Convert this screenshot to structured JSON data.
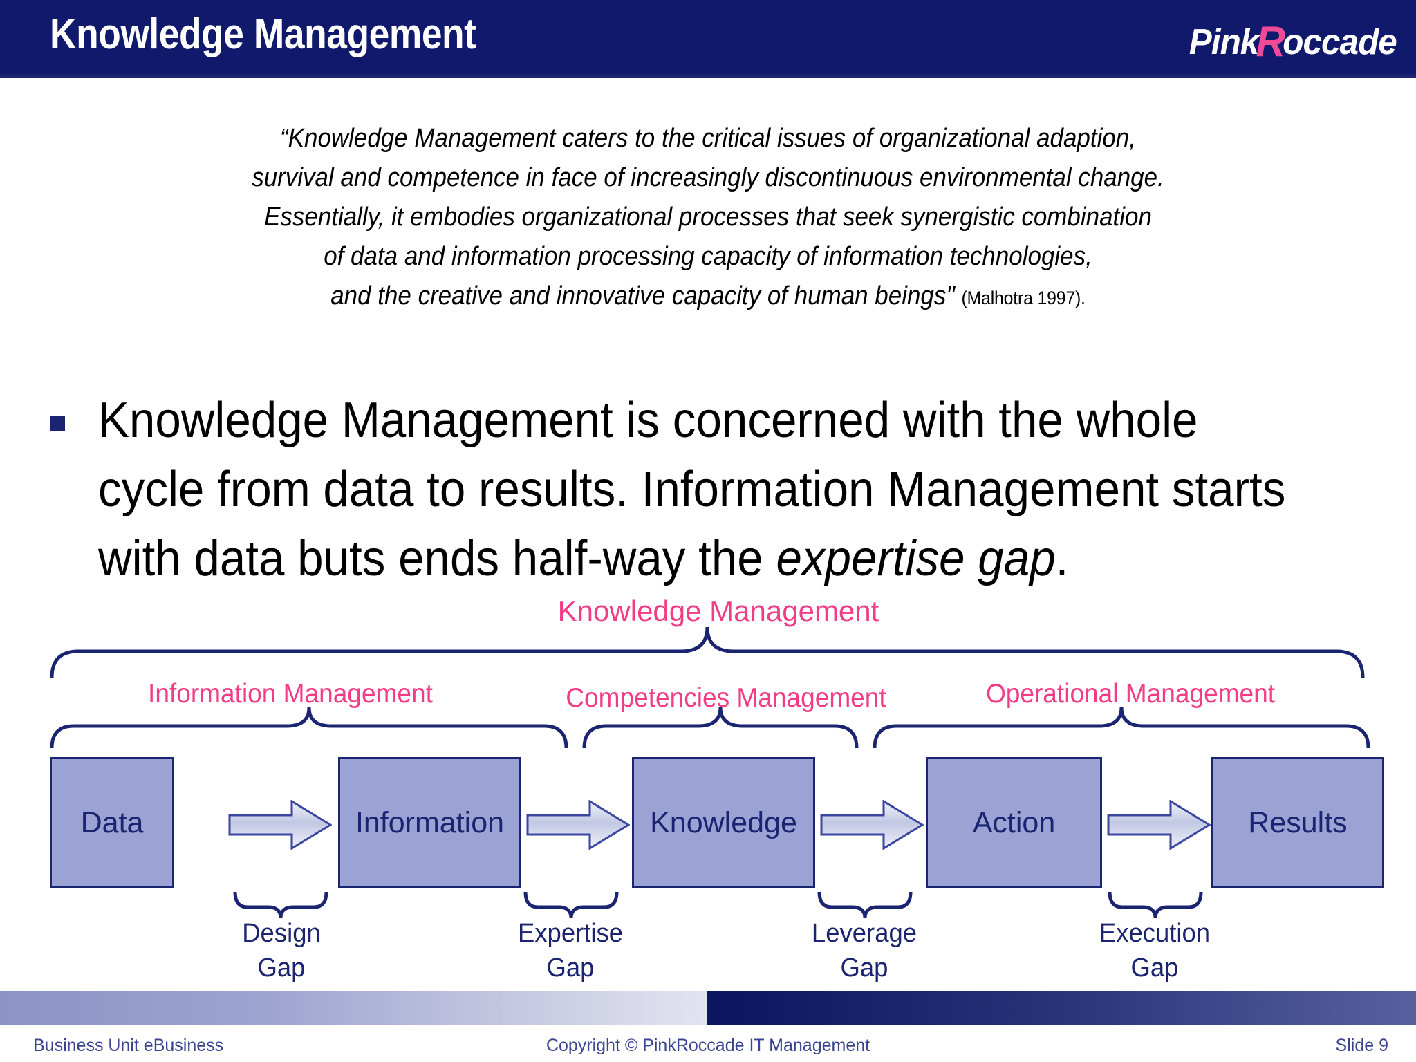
{
  "header": {
    "title": "Knowledge Management",
    "logo_prefix": "Pink",
    "logo_accent": "R",
    "logo_suffix": "occade",
    "bg_color": "#10196B"
  },
  "quote": {
    "line1": "“Knowledge Management caters to the critical issues of organizational adaption,",
    "line2": "survival and competence in face of increasingly discontinuous environmental change.",
    "line3": "Essentially, it embodies organizational processes that seek synergistic combination",
    "line4": "of data and information processing capacity of information technologies,",
    "line5": "and the creative and innovative capacity of human beings\"",
    "citation": "(Malhotra 1997)."
  },
  "bullet": {
    "part1": "Knowledge Management is concerned with the whole cycle from data to results. Information Management starts with data buts ends half-way the ",
    "emphasis": "expertise gap",
    "part2": "."
  },
  "diagram": {
    "top_label": "Knowledge Management",
    "accent_color": "#F23C86",
    "navy_color": "#1B2470",
    "box_fill": "#9AA3D4",
    "mid_labels": [
      "Information Management",
      "Competencies Management",
      "Operational Management"
    ],
    "boxes": [
      "Data",
      "Information",
      "Knowledge",
      "Action",
      "Results"
    ],
    "gaps": [
      {
        "line1": "Design",
        "line2": "Gap"
      },
      {
        "line1": "Expertise",
        "line2": "Gap"
      },
      {
        "line1": "Leverage",
        "line2": "Gap"
      },
      {
        "line1": "Execution",
        "line2": "Gap"
      }
    ]
  },
  "footer": {
    "left": "Business Unit eBusiness",
    "center": "Copyright © PinkRoccade IT Management",
    "right": "Slide 9"
  }
}
